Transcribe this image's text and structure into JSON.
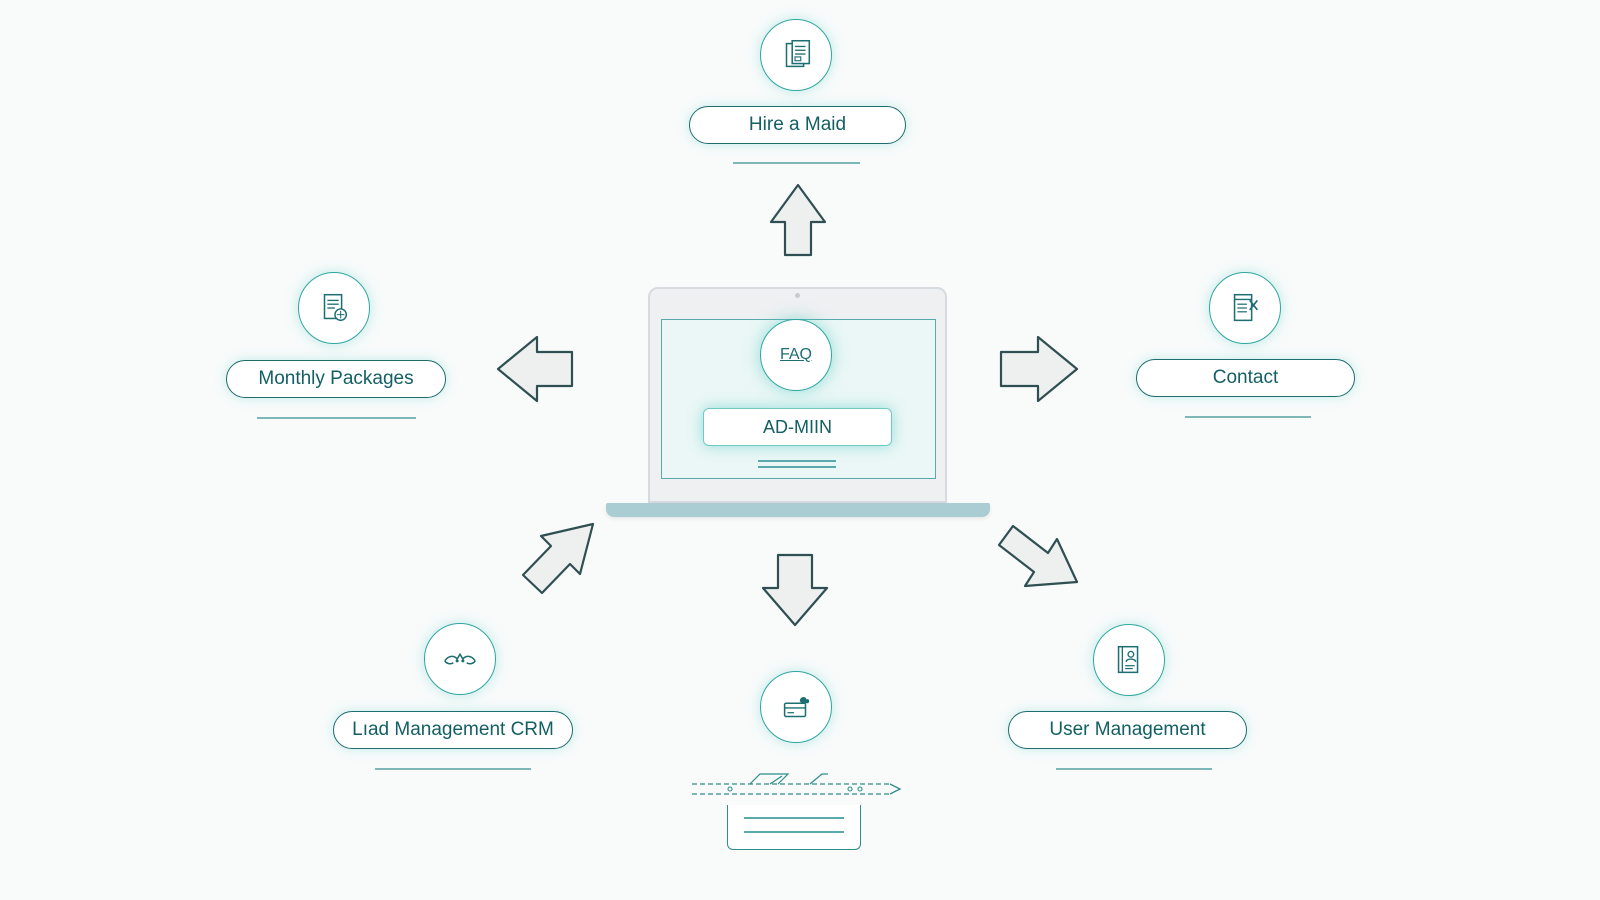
{
  "diagram": {
    "center": {
      "faq_label": "FAQ",
      "admin_label": "AD-MIIN"
    },
    "nodes": [
      {
        "id": "hire",
        "label": "Hire a Maid",
        "icon": "document-icon"
      },
      {
        "id": "packages",
        "label": "Monthly Packages",
        "icon": "package-document-icon"
      },
      {
        "id": "contact",
        "label": "Contact",
        "icon": "contact-form-icon"
      },
      {
        "id": "crm",
        "label": "Lıad Management CRM",
        "icon": "handshake-icon"
      },
      {
        "id": "users",
        "label": "User Management",
        "icon": "user-book-icon"
      },
      {
        "id": "bottom",
        "label": "",
        "icon": "payment-card-icon"
      }
    ]
  },
  "colors": {
    "accent": "#2fa7a0",
    "text": "#135f63",
    "arrow_fill": "#edf0ef",
    "arrow_stroke": "#2f4f52",
    "background": "#f9fbfb"
  }
}
